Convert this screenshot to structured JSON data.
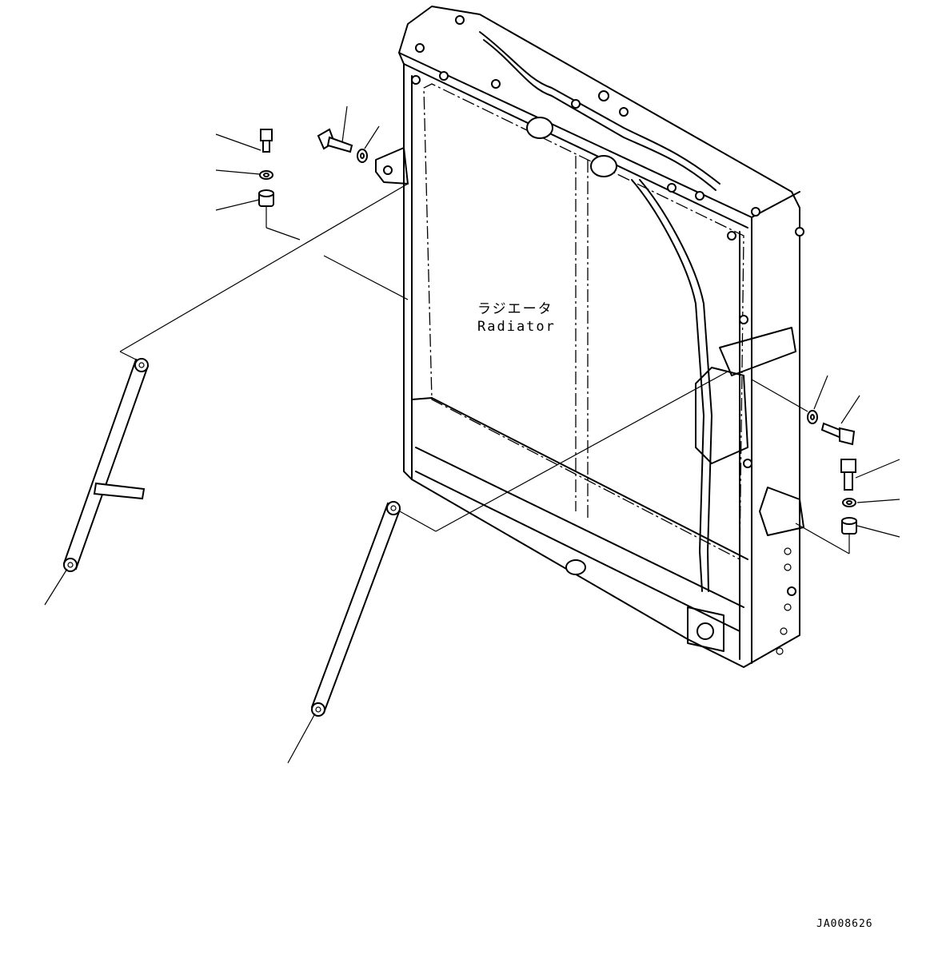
{
  "diagram": {
    "radiator_label_ja": "ラジエータ",
    "radiator_label_en": "Radiator",
    "drawing_code": "JA008626"
  }
}
